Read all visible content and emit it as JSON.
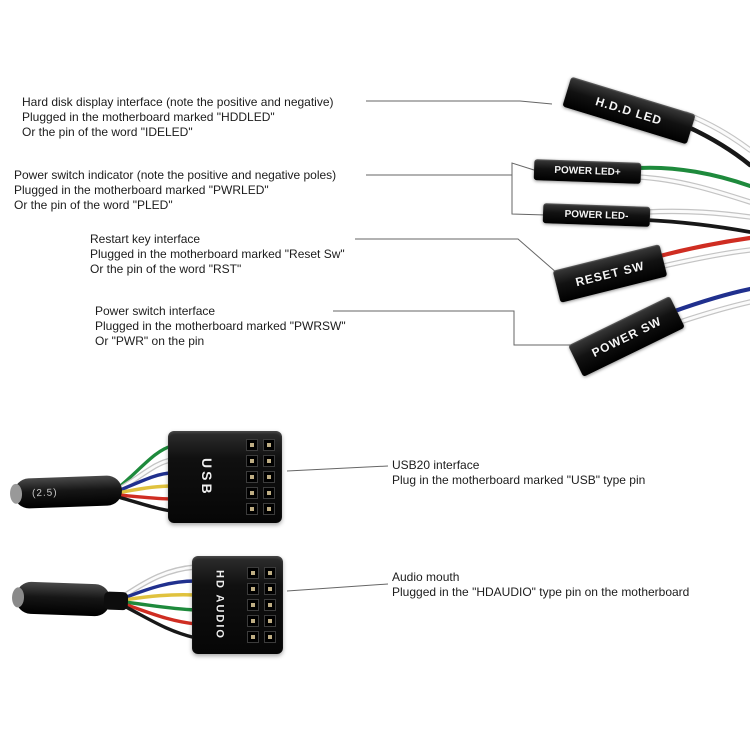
{
  "colors": {
    "callout_line": "#666666",
    "wire_white": "#fbfbfb",
    "wire_black": "#181818",
    "wire_green": "#1e8a3c",
    "wire_red": "#cf2d22",
    "wire_blue": "#20308e",
    "wire_yellow": "#e0c23e"
  },
  "annotations": {
    "hdd": {
      "lines": [
        "Hard disk display interface (note the positive and negative)",
        "Plugged in the motherboard marked \"HDDLED\"",
        "Or the pin of the word \"IDELED\""
      ]
    },
    "power_led": {
      "lines": [
        "Power switch indicator (note the positive and negative poles)",
        "Plugged in the motherboard marked \"PWRLED\"",
        "Or the pin of the word \"PLED\""
      ]
    },
    "reset": {
      "lines": [
        "Restart key interface",
        "Plugged in the motherboard marked \"Reset Sw\"",
        "Or the pin of the word \"RST\""
      ]
    },
    "power_sw": {
      "lines": [
        "Power switch interface",
        "Plugged in the motherboard marked \"PWRSW\"",
        "Or \"PWR\" on the pin"
      ]
    },
    "usb": {
      "lines": [
        "USB20 interface",
        "Plug in the motherboard marked \"USB\" type pin"
      ]
    },
    "audio": {
      "lines": [
        "Audio mouth",
        "Plugged in the \"HDAUDIO\" type pin on the motherboard"
      ]
    }
  },
  "connectors": {
    "hdd_led": {
      "label": "H.D.D LED"
    },
    "power_led_plus": {
      "label": "POWER LED+"
    },
    "power_led_minus": {
      "label": "POWER LED-"
    },
    "reset_sw": {
      "label": "RESET SW"
    },
    "power_sw": {
      "label": "POWER SW"
    },
    "usb": {
      "label": "USB",
      "sheath_print": "(2.5)"
    },
    "hd_audio": {
      "label": "HD AUDIO"
    }
  }
}
